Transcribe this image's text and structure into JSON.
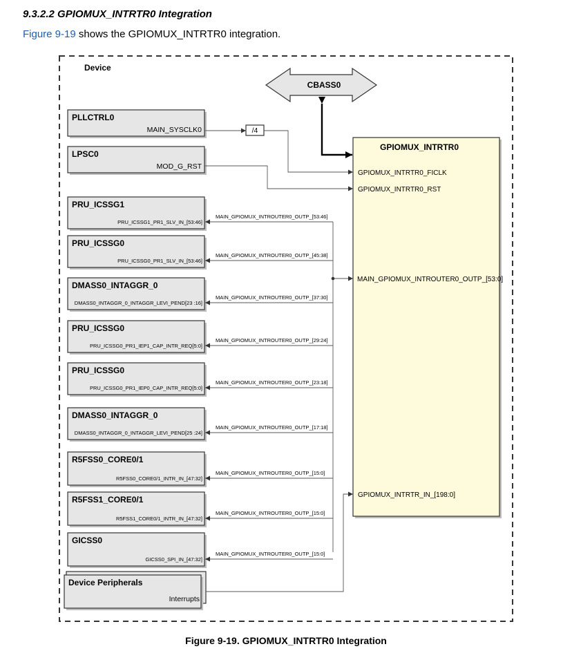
{
  "heading": "9.3.2.2 GPIOMUX_INTRTR0 Integration",
  "intro": {
    "link": "Figure 9-19",
    "rest": " shows the GPIOMUX_INTRTR0 integration."
  },
  "caption": "Figure 9-19. GPIOMUX_INTRTR0 Integration",
  "diagram": {
    "device_label": "Device",
    "cbass": "CBASS0",
    "divider": "/4",
    "router": {
      "title": "GPIOMUX_INTRTR0",
      "ports": {
        "ficlk": "GPIOMUX_INTRTR0_FICLK",
        "rst": "GPIOMUX_INTRTR0_RST",
        "outp": "MAIN_GPIOMUX_INTROUTER0_OUTP_[53:0]",
        "in": "GPIOMUX_INTRTR_IN_[198:0]"
      }
    },
    "pll": {
      "title": "PLLCTRL0",
      "port": "MAIN_SYSCLK0"
    },
    "lpsc": {
      "title": "LPSC0",
      "port": "MOD_G_RST"
    },
    "blocks": [
      {
        "title": "PRU_ICSSG1",
        "port": "PRU_ICSSG1_PR1_SLV_IN_[53:46]",
        "wire": "MAIN_GPIOMUX_INTROUTER0_OUTP_[53:46]"
      },
      {
        "title": "PRU_ICSSG0",
        "port": "PRU_ICSSG0_PR1_SLV_IN_[53:46]",
        "wire": "MAIN_GPIOMUX_INTROUTER0_OUTP_[45:38]"
      },
      {
        "title": "DMASS0_INTAGGR_0",
        "port": "DMASS0_INTAGGR_0_INTAGGR_LEVI_PEND[23 :16]",
        "wire": "MAIN_GPIOMUX_INTROUTER0_OUTP_[37:30]"
      },
      {
        "title": "PRU_ICSSG0",
        "port": "PRU_ICSSG0_PR1_IEP1_CAP_INTR_REQ[5:0]",
        "wire": "MAIN_GPIOMUX_INTROUTER0_OUTP_[29:24]"
      },
      {
        "title": "PRU_ICSSG0",
        "port": "PRU_ICSSG0_PR1_IEP0_CAP_INTR_REQ[5:0]",
        "wire": "MAIN_GPIOMUX_INTROUTER0_OUTP_[23:18]"
      },
      {
        "title": "DMASS0_INTAGGR_0",
        "port": "DMASS0_INTAGGR_0_INTAGGR_LEVI_PEND[25 :24]",
        "wire": "MAIN_GPIOMUX_INTROUTER0_OUTP_[17:18]"
      },
      {
        "title": "R5FSS0_CORE0/1",
        "port": "R5FSS0_CORE0/1_INTR_IN_[47:32]",
        "wire": "MAIN_GPIOMUX_INTROUTER0_OUTP_[15:0]"
      },
      {
        "title": "R5FSS1_CORE0/1",
        "port": "R5FSS1_CORE0/1_INTR_IN_[47:32]",
        "wire": "MAIN_GPIOMUX_INTROUTER0_OUTP_[15:0]"
      },
      {
        "title": "GICSS0",
        "port": "GICSS0_SPI_IN_[47:32]",
        "wire": "MAIN_GPIOMUX_INTROUTER0_OUTP_[15:0]"
      }
    ],
    "peripherals": {
      "title": "Device Peripherals",
      "port": "Interrupts"
    }
  }
}
